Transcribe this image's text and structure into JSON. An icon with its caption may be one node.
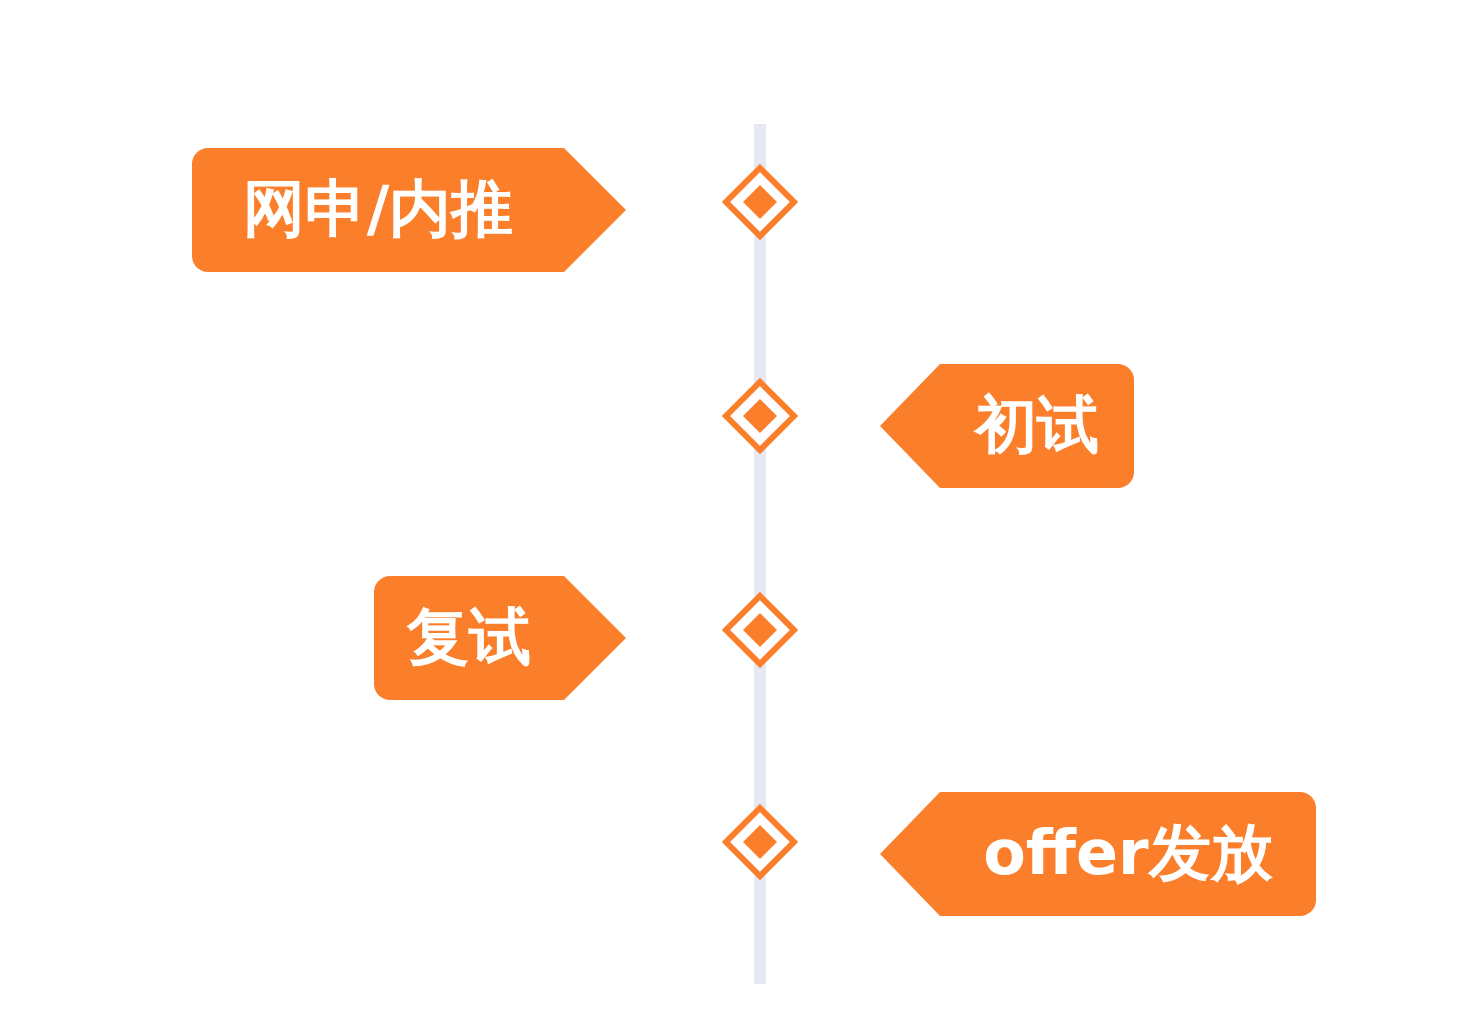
{
  "diagram": {
    "nodes": [
      {
        "text": [
          "网申/内推"
        ]
      },
      {
        "text": [],
        "shape": "diamond"
      },
      {
        "text": [],
        "shape": "diamond"
      },
      {
        "text": [
          "初试"
        ]
      },
      {
        "text": [
          "复试"
        ]
      },
      {
        "text": [],
        "shape": "diamond"
      },
      {
        "text": [],
        "shape": "diamond"
      },
      {
        "text": [
          "offer发放"
        ]
      }
    ]
  }
}
